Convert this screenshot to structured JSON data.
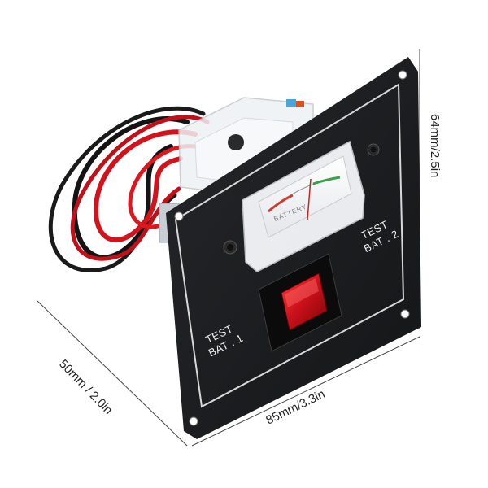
{
  "product": {
    "label_test_bat1_line1": "TEST",
    "label_test_bat1_line2": "BAT . 1",
    "label_test_bat2_line1": "TEST",
    "label_test_bat2_line2": "BAT . 2",
    "meter_text": "BATTERY"
  },
  "dimensions": {
    "height": "64mm/2.5in",
    "width": "85mm/3.3in",
    "depth": "50mm / 2.0in"
  },
  "colors": {
    "panel": "#1b1c1e",
    "panel_outline": "#d8d8d8",
    "switch_red": "#c8101a",
    "wire_red": "#d4121c",
    "wire_black": "#141414"
  }
}
